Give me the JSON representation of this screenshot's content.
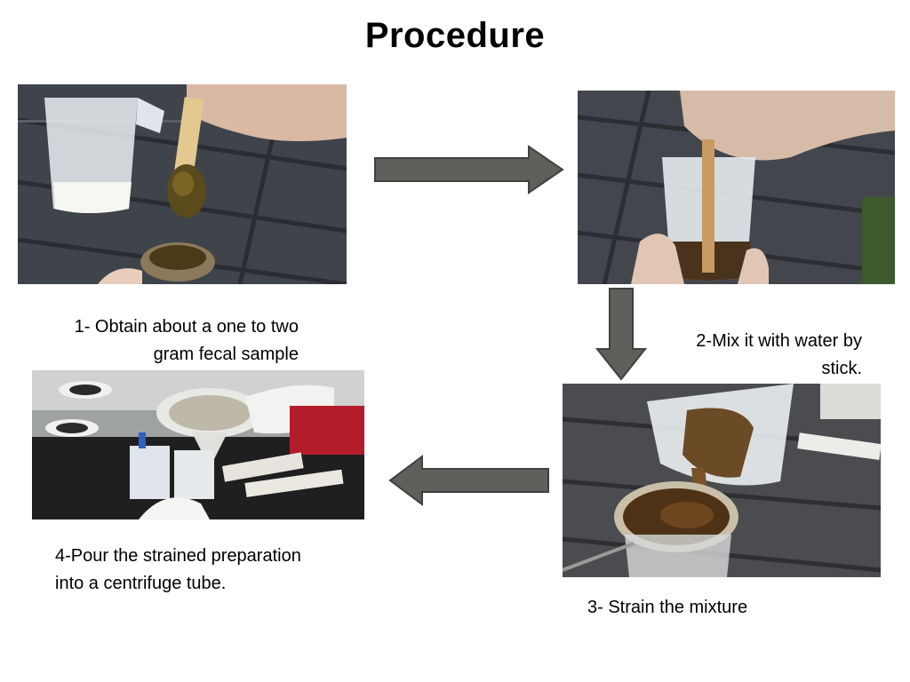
{
  "slide": {
    "title": "Procedure",
    "steps": [
      {
        "line1": "1- Obtain about a one to two",
        "line2": "gram fecal sample"
      },
      {
        "line1": "2-Mix it with water by",
        "line2": "stick."
      },
      {
        "text": "3- Strain the mixture"
      },
      {
        "line1": "4-Pour the strained preparation",
        "line2": "into a centrifuge tube."
      }
    ]
  },
  "colors": {
    "arrow": "#5e605b",
    "arrow_edge": "#3f413d",
    "table": "#4b4f55"
  }
}
